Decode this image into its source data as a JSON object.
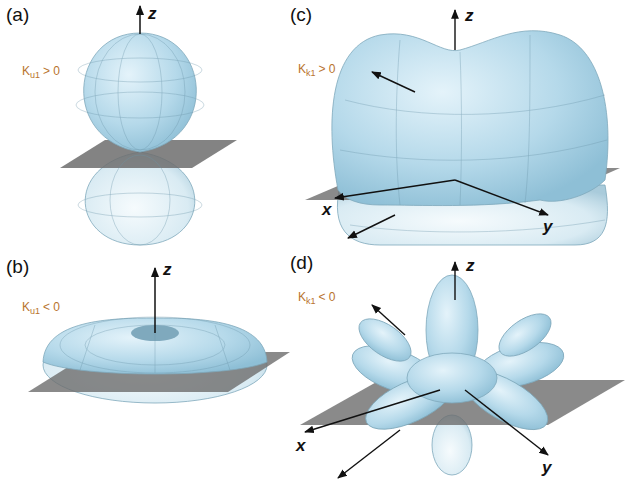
{
  "diagram": {
    "labels": [
      "(a)",
      "z",
      "K",
      "u1",
      "> 0",
      "(c)",
      "z",
      "K",
      "k1",
      "> 0",
      "x",
      "y",
      "(b)",
      "z",
      "K",
      "u1",
      "< 0",
      "(d)",
      "z",
      "K",
      "k1",
      "< 0",
      "x",
      "y"
    ]
  }
}
